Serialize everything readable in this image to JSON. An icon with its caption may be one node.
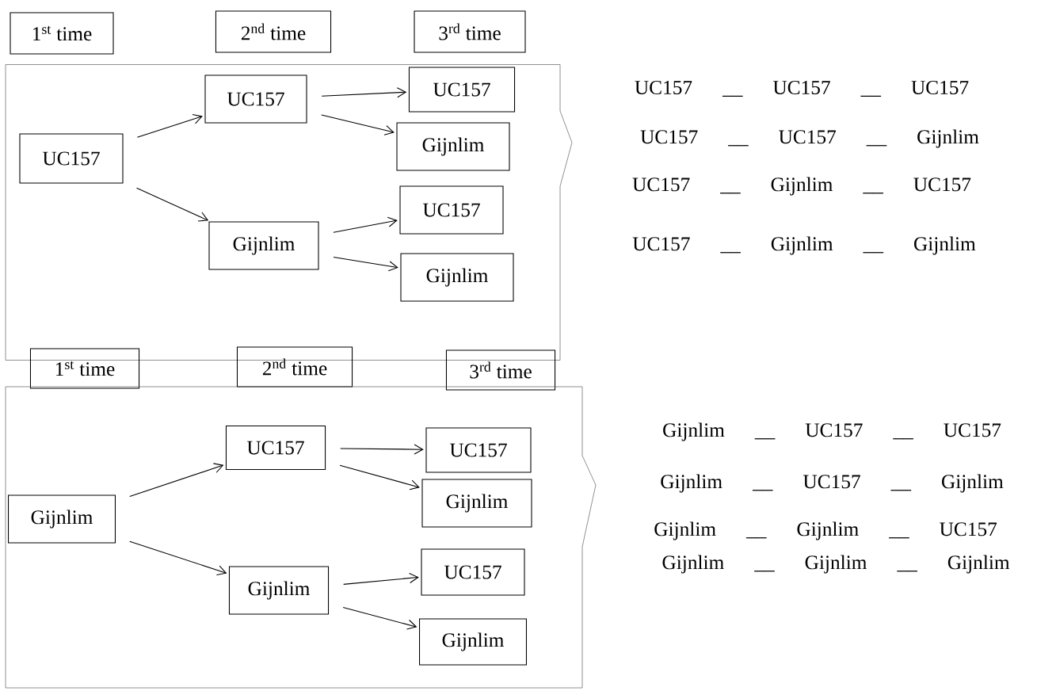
{
  "diagram": {
    "nodes": [
      {
        "text": [
          "1$^{st}$ time"
        ]
      },
      {
        "text": [
          "2$^{nd}$ time"
        ]
      },
      {
        "text": [
          "3$^{rd}$ time"
        ]
      },
      {
        "text": [],
        "shape": "box"
      },
      {
        "text": [
          "UC157"
        ],
        "in": 3
      },
      {
        "text": [
          "UC157"
        ],
        "in": 3
      },
      {
        "text": [
          "Gijnlim"
        ],
        "in": 3
      },
      {
        "text": [
          "UC157"
        ],
        "in": 3
      },
      {
        "text": [
          "Gijnlim"
        ],
        "in": 3
      },
      {
        "text": [
          "UC157"
        ],
        "in": 3
      },
      {
        "text": [
          "Gijnlim"
        ],
        "in": 3
      },
      {
        "text": [
          "1$^{st}$ time"
        ]
      },
      {
        "text": [
          "2$^{nd}$ time"
        ]
      },
      {
        "text": [
          "3$^{rd}$ time"
        ]
      },
      {
        "text": [],
        "shape": "box"
      },
      {
        "text": [
          "Gijnlim"
        ],
        "in": 14
      },
      {
        "text": [
          "UC157"
        ],
        "in": 14
      },
      {
        "text": [
          "Gijnlim"
        ],
        "in": 14
      },
      {
        "text": [
          "UC157"
        ],
        "in": 14
      },
      {
        "text": [
          "Gijnlim"
        ],
        "in": 14
      },
      {
        "text": [
          "UC157"
        ],
        "in": 14
      },
      {
        "text": [
          "Gijnlim"
        ],
        "in": 14
      }
    ],
    "edges": [
      {
        "from": 4,
        "to": 5,
        "arrow": "to"
      },
      {
        "from": 4,
        "to": 6,
        "arrow": "to"
      },
      {
        "from": 5,
        "to": 7,
        "arrow": "to"
      },
      {
        "from": 5,
        "to": 8,
        "arrow": "to"
      },
      {
        "from": 6,
        "to": 9,
        "arrow": "to"
      },
      {
        "from": 6,
        "to": 10,
        "arrow": "to"
      },
      {
        "from": 15,
        "to": 16,
        "arrow": "to"
      },
      {
        "from": 15,
        "to": 17,
        "arrow": "to"
      },
      {
        "from": 16,
        "to": 18,
        "arrow": "to"
      },
      {
        "from": 16,
        "to": 19,
        "arrow": "to"
      },
      {
        "from": 17,
        "to": 20,
        "arrow": "to"
      },
      {
        "from": 17,
        "to": 21,
        "arrow": "to"
      }
    ],
    "labels": [
      "UC157 __ UC157 __ UC157",
      "UC157 __ UC157 __ Gijnlim",
      "UC157 __ Gijnlim __ UC157",
      "UC157 __ Gijnlim __ Gijnlim",
      "Gijnlim __ UC157 __ UC157",
      "Gijnlim __ UC157 __ Gijnlim",
      "Gijnlim __ Gijnlim __ UC157",
      "Gijnlim __ Gijnlim __ Gijnlim"
    ]
  }
}
